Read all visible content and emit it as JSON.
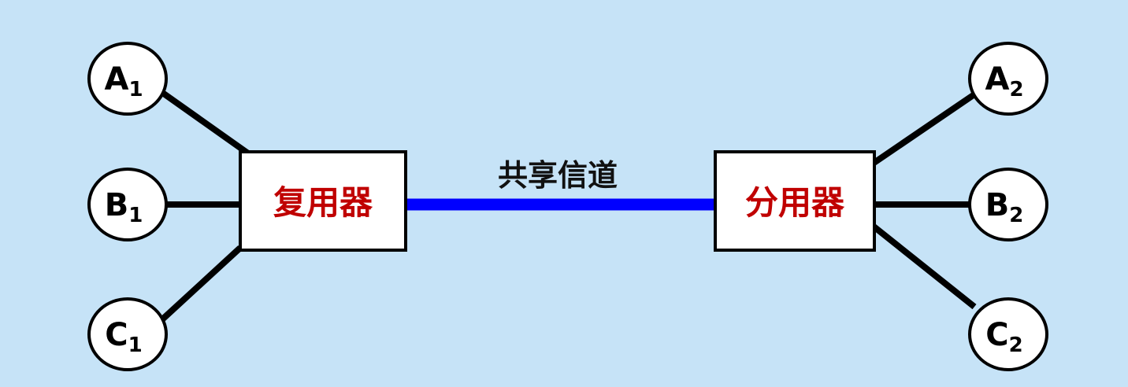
{
  "colors": {
    "background": "#c6e3f7",
    "box_text": "#c00000",
    "channel": "#0000ff",
    "line": "#000000"
  },
  "multiplexer": {
    "label": "复用器"
  },
  "demultiplexer": {
    "label": "分用器"
  },
  "channel": {
    "label": "共享信道"
  },
  "left_nodes": [
    {
      "letter": "A",
      "sub": "1"
    },
    {
      "letter": "B",
      "sub": "1"
    },
    {
      "letter": "C",
      "sub": "1"
    }
  ],
  "right_nodes": [
    {
      "letter": "A",
      "sub": "2"
    },
    {
      "letter": "B",
      "sub": "2"
    },
    {
      "letter": "C",
      "sub": "2"
    }
  ]
}
